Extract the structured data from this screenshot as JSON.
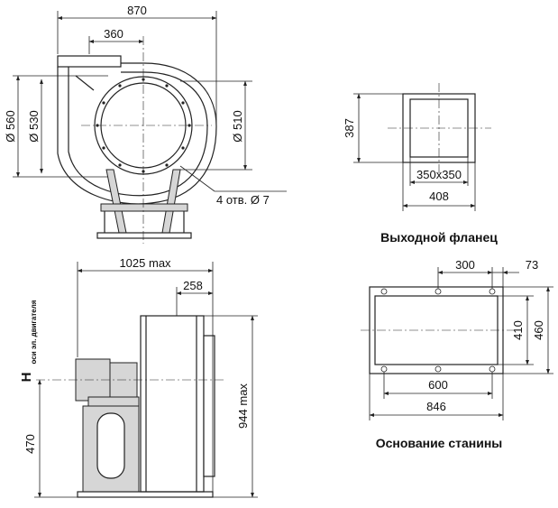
{
  "front_view": {
    "dim_width": "870",
    "dim_outlet_offset": "360",
    "dim_d560": "Ø 560",
    "dim_d530": "Ø 530",
    "dim_d510": "Ø 510",
    "holes_note": "4 отв. Ø 7"
  },
  "outlet_flange": {
    "dim_height": "387",
    "dim_opening": "350x350",
    "dim_width": "408",
    "caption": "Выходной фланец"
  },
  "side_view": {
    "dim_length": "1025 max",
    "dim_258": "258",
    "dim_height": "944 max",
    "dim_470": "470",
    "h_label": "H",
    "h_sub": "оси эл. двигателя"
  },
  "frame_base": {
    "dim_300": "300",
    "dim_73": "73",
    "dim_410": "410",
    "dim_460": "460",
    "dim_600": "600",
    "dim_846": "846",
    "caption": "Основание станины"
  }
}
